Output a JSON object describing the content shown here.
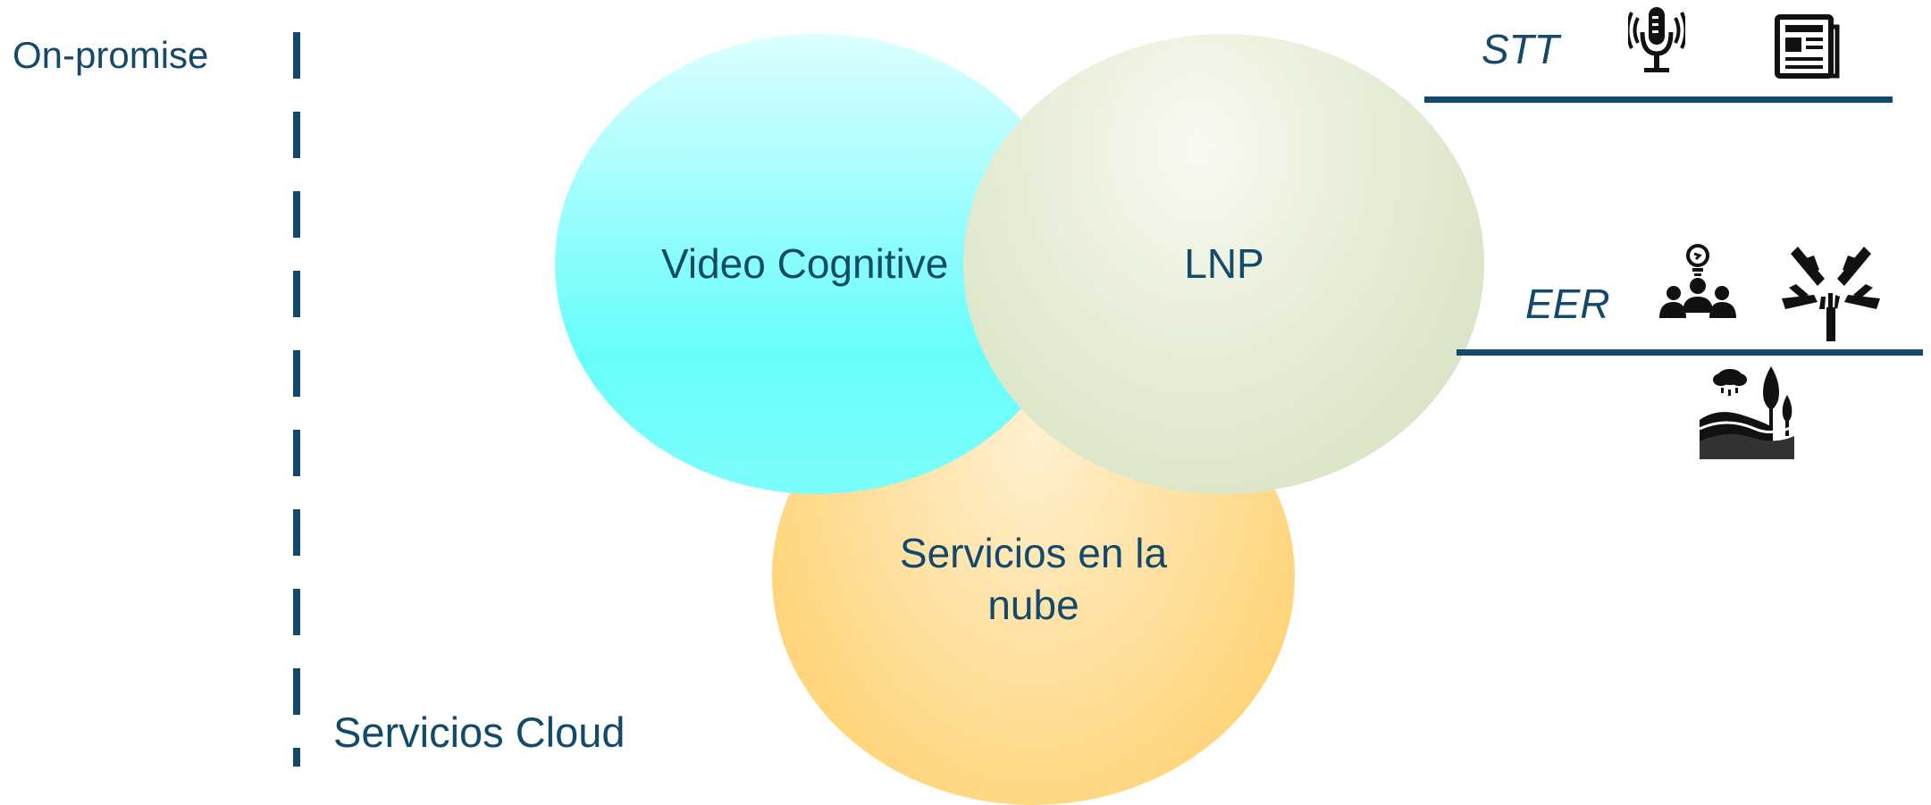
{
  "labels": {
    "on_premise": "On-promise",
    "cloud_services": "Servicios Cloud"
  },
  "bubbles": {
    "video": "Video Cognitive",
    "lnp": "LNP",
    "cloud_line1": "Servicios en la",
    "cloud_line2": "nube"
  },
  "rows": {
    "stt": "STT",
    "eer": "EER"
  },
  "colors": {
    "text": "#13496b",
    "video_fill": "#66fefb",
    "lnp_fill": "#d3dfbd",
    "cloud_fill": "#ffce62"
  },
  "icons": [
    "microphone-icon",
    "newspaper-icon",
    "team-idea-icon",
    "hands-together-icon",
    "landscape-rain-icon"
  ]
}
